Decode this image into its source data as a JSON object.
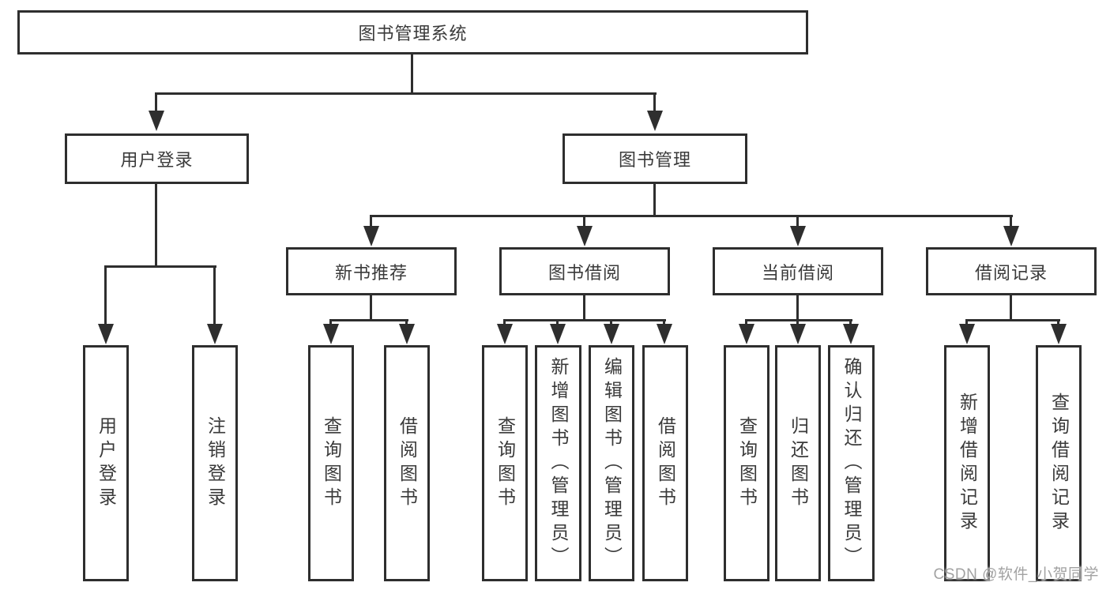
{
  "nodes": {
    "root": "图书管理系统",
    "user_login": "用户登录",
    "book_mgmt": "图书管理",
    "new_rec": "新书推荐",
    "book_borrow": "图书借阅",
    "current_borrow": "当前借阅",
    "borrow_record": "借阅记录"
  },
  "leaves": {
    "user": [
      "用户登录",
      "注销登录"
    ],
    "new_rec": [
      "查询图书",
      "借阅图书"
    ],
    "book_borrow": [
      "查询图书",
      "新增图书（管理员）",
      "编辑图书（管理员）",
      "借阅图书"
    ],
    "current_borrow": [
      "查询图书",
      "归还图书",
      "确认归还（管理员）"
    ],
    "borrow_record": [
      "新增借阅记录",
      "查询借阅记录"
    ]
  },
  "watermark": "CSDN @软件_小贺同学",
  "colors": {
    "line": "#2e2e2e",
    "text": "#3a3a3a",
    "background": "#ffffff",
    "watermark": "#a2a2a2"
  }
}
